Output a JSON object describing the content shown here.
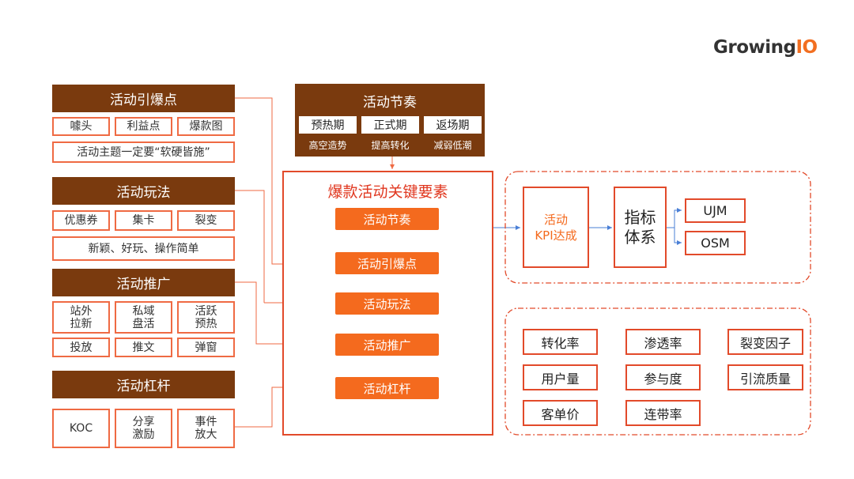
{
  "logo": {
    "brand": "Growing",
    "suffix": "IO"
  },
  "left_sections": {
    "ignition": {
      "title": "活动引爆点",
      "items": [
        "噱头",
        "利益点",
        "爆款图"
      ],
      "theme": "活动主题一定要“软硬皆施”"
    },
    "gameplay": {
      "title": "活动玩法",
      "items": [
        "优惠券",
        "集卡",
        "裂变"
      ],
      "note": "新颖、好玩、操作简单"
    },
    "promotion": {
      "title": "活动推广",
      "row1": [
        [
          "站外",
          "拉新"
        ],
        [
          "私域",
          "盘活"
        ],
        [
          "活跃",
          "预热"
        ]
      ],
      "row2": [
        "投放",
        "推文",
        "弹窗"
      ]
    },
    "leverage": {
      "title": "活动杠杆",
      "items": [
        [
          "KOC"
        ],
        [
          "分享",
          "激励"
        ],
        [
          "事件",
          "放大"
        ]
      ]
    }
  },
  "rhythm": {
    "title": "活动节奏",
    "phases": [
      "预热期",
      "正式期",
      "返场期"
    ],
    "subs": [
      "高空造势",
      "提高转化",
      "减弱低潮"
    ]
  },
  "center": {
    "title": "爆款活动关键要素",
    "pills": [
      "活动节奏",
      "活动引爆点",
      "活动玩法",
      "活动推广",
      "活动杠杆"
    ]
  },
  "kpi": {
    "box1_line1": "活动",
    "box1_line2": "KPI达成",
    "box2_line1": "指标",
    "box2_line2": "体系",
    "leaf1": "UJM",
    "leaf2": "OSM"
  },
  "metrics": [
    "转化率",
    "渗透率",
    "裂变因子",
    "用户量",
    "参与度",
    "引流质量",
    "客单价",
    "连带率"
  ],
  "colors": {
    "header_brown": "#7a3a0e",
    "accent_orange": "#f46a1e",
    "border_red": "#e24a2a",
    "connector": "#ef6a43",
    "arrow_blue": "#4a7fd6"
  }
}
